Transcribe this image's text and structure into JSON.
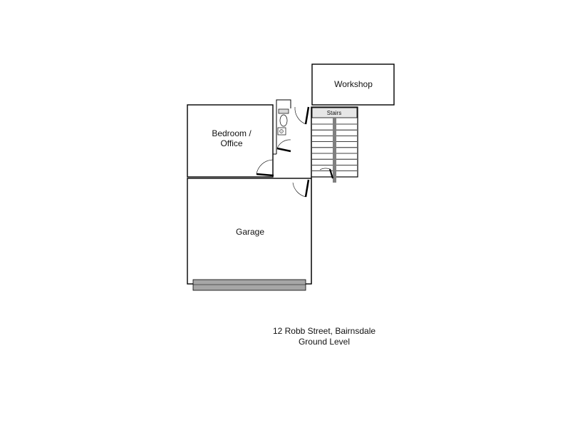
{
  "rooms": {
    "workshop": "Workshop",
    "stairs": "Stairs",
    "bedroom_line1": "Bedroom /",
    "bedroom_line2": "Office",
    "garage": "Garage"
  },
  "caption": {
    "address": "12 Robb Street, Bairnsdale",
    "level": "Ground Level"
  },
  "colors": {
    "wall": "#000000",
    "stairs_fill": "#e6e6e6",
    "handrail": "#808080",
    "garage_door": "#a6a6a6",
    "fixture_fill": "#d9d9d9"
  }
}
